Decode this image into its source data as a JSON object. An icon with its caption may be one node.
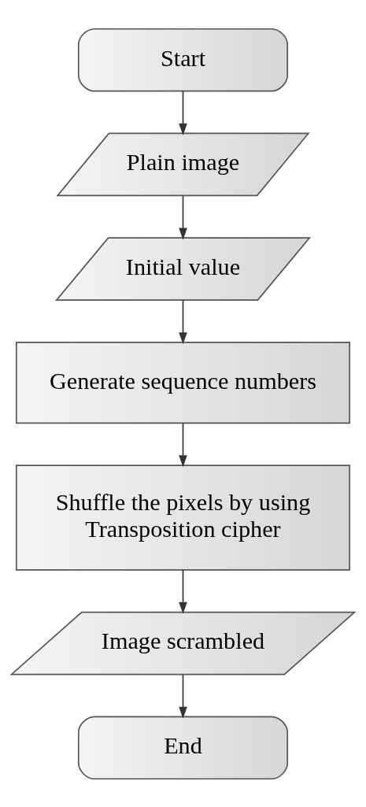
{
  "diagram": {
    "nodes": [
      {
        "text": [
          "Start"
        ]
      },
      {
        "text": [
          "Plain image"
        ]
      },
      {
        "text": [
          "Initial value"
        ]
      },
      {
        "text": [
          "Generate sequence numbers"
        ]
      },
      {
        "text": [
          "Shuffle the pixels by using Transposition cipher"
        ]
      },
      {
        "text": [
          "Image scrambled"
        ]
      },
      {
        "text": [
          "End"
        ]
      }
    ],
    "edges": [
      {
        "from": 0,
        "to": 1,
        "arrow": "to"
      },
      {
        "from": 1,
        "to": 2,
        "arrow": "to"
      },
      {
        "from": 2,
        "to": 3,
        "arrow": "to"
      },
      {
        "from": 3,
        "to": 4,
        "arrow": "to"
      },
      {
        "from": 4,
        "to": 5,
        "arrow": "to"
      },
      {
        "from": 5,
        "to": 6,
        "arrow": "to"
      }
    ]
  }
}
